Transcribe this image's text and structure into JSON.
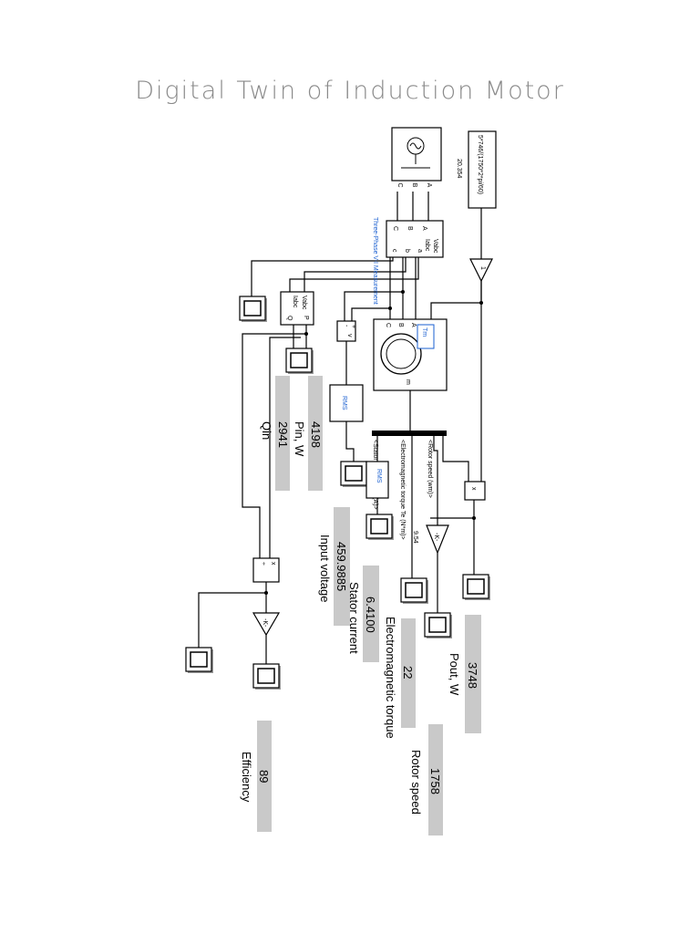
{
  "title": "Digital Twin of Induction Motor",
  "source_block": {
    "phases": [
      "A",
      "B",
      "C"
    ]
  },
  "measurement_block": {
    "name": "Three-Phase V-I Measurement",
    "ports_in": [
      "A",
      "B",
      "C"
    ],
    "ports_out": [
      "a",
      "b",
      "c"
    ],
    "signals": [
      "Vabc",
      "Iabc"
    ]
  },
  "constant_block": {
    "expression": "5*746/(1750*2*pi/60)",
    "value": "20.354"
  },
  "gain_one": "1",
  "power_block": {
    "ports": [
      "Vabc",
      "Iabc",
      "P",
      "Q"
    ]
  },
  "voltage_selector": {
    "ports": [
      "+",
      "-",
      "v"
    ]
  },
  "rms_labels": [
    "RMS",
    "RMS"
  ],
  "motor": {
    "ports": [
      "C",
      "B",
      "A"
    ],
    "tm_label": "Tm",
    "m_label": "m"
  },
  "bus_signals": [
    "<Stator current is_a (A)>",
    "<Electromagnetic torque Te (N*m)>",
    "<Rotor speed (wm)>"
  ],
  "gain_954": "9.54",
  "gain_k": "-K-",
  "product": "x",
  "product_ports": [
    "x",
    "÷"
  ],
  "displays": {
    "pin": {
      "value1": "4198",
      "label1": "Pin, W",
      "value2": "2941",
      "label2": "Qin"
    },
    "input_voltage": {
      "value": "459.9885",
      "label": "Input voltage"
    },
    "stator_current": {
      "value": "6.4100",
      "label": "Stator current"
    },
    "torque": {
      "value": "22",
      "label": "Electromagnetic torque"
    },
    "pout": {
      "value": "3748",
      "label": "Pout, W"
    },
    "rotor_speed": {
      "value": "1758",
      "label": "Rotor speed"
    },
    "efficiency": {
      "value": "89",
      "label": "Efficiency"
    }
  }
}
